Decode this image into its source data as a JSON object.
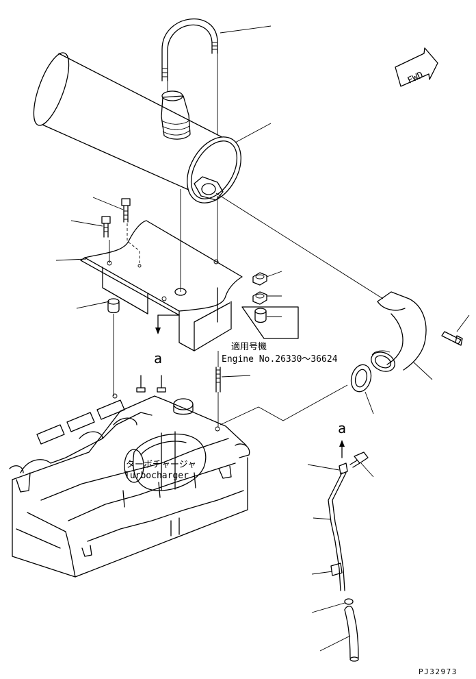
{
  "direction_tag": "FWD",
  "view_marker_upper": "a",
  "view_marker_lower": "a",
  "applicability": {
    "jp": "適用号機",
    "engine": "Engine No.26330～36624"
  },
  "turbocharger": {
    "jp": "ターボチャージャ",
    "en": "Turbocharger"
  },
  "drawing_number": "PJ32973"
}
